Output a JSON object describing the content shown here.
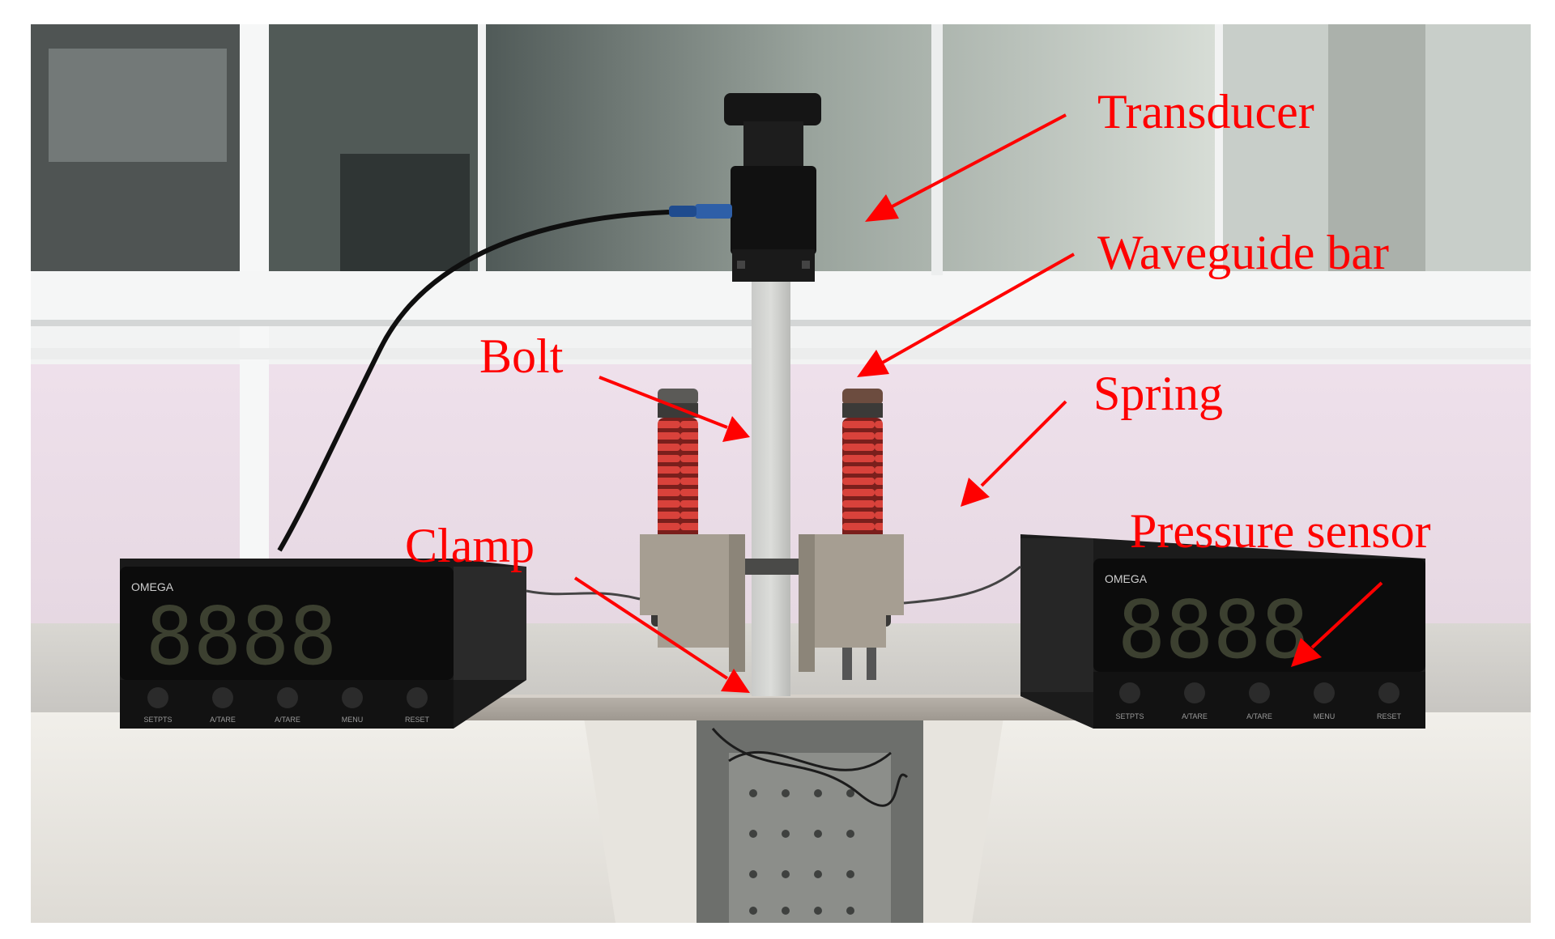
{
  "figure": {
    "annotation_color": "#ff0000",
    "labels": {
      "transducer": "Transducer",
      "waveguide_bar": "Waveguide bar",
      "bolt": "Bolt",
      "spring": "Spring",
      "clamp": "Clamp",
      "pressure_sensor": "Pressure sensor"
    },
    "meters": {
      "left": {
        "display": "8888",
        "buttons": [
          "SETPTS",
          "A/TARE",
          "A/TARE",
          "MENU",
          "RESET"
        ]
      },
      "right": {
        "display": "8888",
        "buttons": [
          "SETPTS",
          "A/TARE",
          "A/TARE",
          "MENU",
          "RESET"
        ]
      }
    }
  }
}
